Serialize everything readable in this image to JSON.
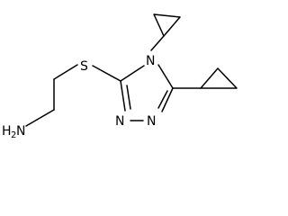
{
  "molecule": {
    "atoms": {
      "amine": {
        "symbol": "H",
        "subscript": "2",
        "suffix": "N"
      },
      "sulfur": {
        "symbol": "S"
      },
      "n4": {
        "symbol": "N"
      },
      "n2": {
        "symbol": "N"
      },
      "n1": {
        "symbol": "N"
      }
    }
  }
}
